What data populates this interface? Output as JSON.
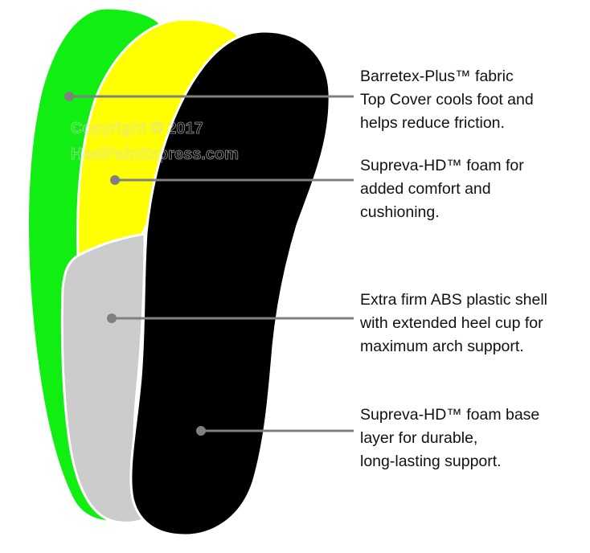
{
  "watermark": {
    "line1": "Copyright © 2017",
    "line2": "HeelPainExpress.com"
  },
  "layers": [
    {
      "name": "top-cover",
      "color": "#11ee11",
      "lines": [
        "Barretex-Plus™ fabric",
        "Top Cover cools foot and",
        "helps reduce friction."
      ]
    },
    {
      "name": "middle-foam",
      "color": "#ffff00",
      "lines": [
        "Supreva-HD™ foam for",
        "added comfort and",
        "cushioning."
      ]
    },
    {
      "name": "shell",
      "color": "#cccccc",
      "lines": [
        "Extra firm ABS plastic shell",
        "with extended heel cup for",
        "maximum arch support."
      ]
    },
    {
      "name": "base",
      "color": "#000000",
      "lines": [
        "Supreva-HD™ foam base",
        "layer for durable,",
        "long-lasting support."
      ]
    }
  ],
  "leader_color": "#808080"
}
